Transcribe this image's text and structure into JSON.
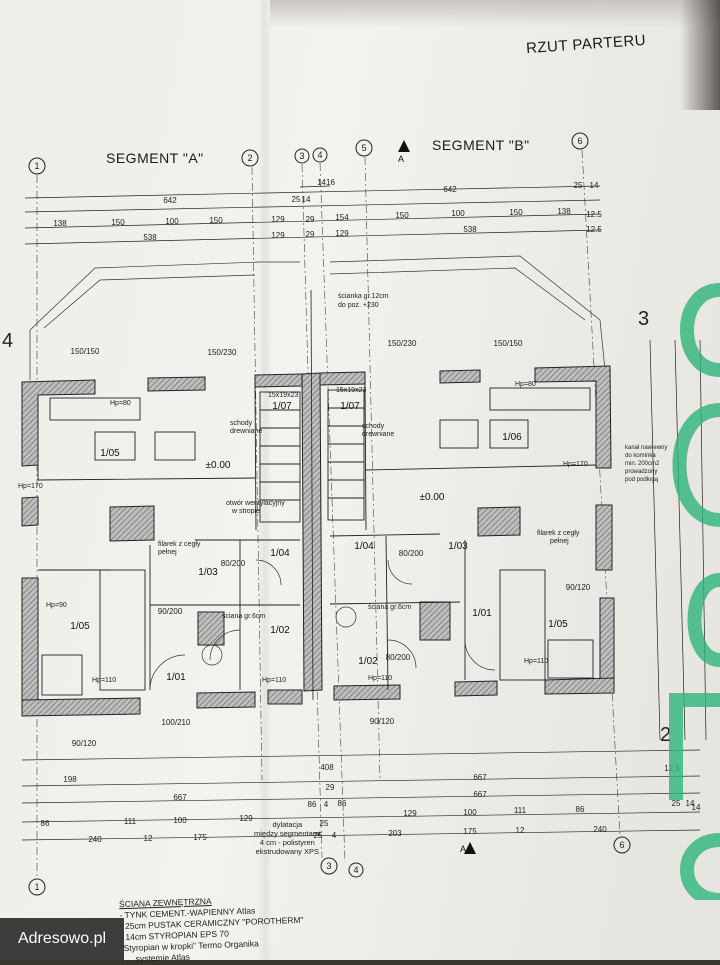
{
  "title": "RZUT PARTERU",
  "segments": {
    "a": "SEGMENT \"A\"",
    "b": "SEGMENT \"B\""
  },
  "axis_labels": [
    "1",
    "2",
    "3",
    "4",
    "5",
    "6"
  ],
  "section_mark": "A",
  "side_labels": {
    "left_4": "4",
    "right_3": "3",
    "right_2": "2"
  },
  "top_dims": {
    "total": "1416",
    "row1": [
      "642",
      "25",
      "14",
      "642",
      "25",
      "14"
    ],
    "row2": [
      "138",
      "150",
      "100",
      "150",
      "129",
      "29",
      "154",
      "150",
      "100",
      "150",
      "138",
      "12.5"
    ],
    "row3": [
      "538",
      "129",
      "29",
      "129",
      "538",
      "12.5"
    ]
  },
  "bottom_dims": {
    "row1": [
      "198",
      "408",
      "29",
      "667"
    ],
    "row2": [
      "667",
      "86",
      "4",
      "86",
      "667",
      "12.5"
    ],
    "row3": [
      "86",
      "111",
      "100",
      "129",
      "25",
      "129",
      "100",
      "111",
      "86",
      "14"
    ],
    "row4": [
      "240",
      "12",
      "175",
      "25",
      "4",
      "203",
      "175",
      "12",
      "240",
      "25",
      "14"
    ]
  },
  "rooms": [
    {
      "id": "1/05",
      "side": "A",
      "level": "±0.00"
    },
    {
      "id": "1/07",
      "side": "A"
    },
    {
      "id": "1/05",
      "side": "A-kitchen"
    },
    {
      "id": "1/04",
      "side": "A"
    },
    {
      "id": "1/03",
      "side": "A"
    },
    {
      "id": "1/02",
      "side": "A"
    },
    {
      "id": "1/01",
      "side": "A"
    },
    {
      "id": "1/06",
      "side": "B"
    },
    {
      "id": "1/07",
      "side": "B"
    },
    {
      "id": "1/04",
      "side": "B"
    },
    {
      "id": "1/03",
      "side": "B",
      "level": "±0.00"
    },
    {
      "id": "1/02",
      "side": "B"
    },
    {
      "id": "1/01",
      "side": "B"
    },
    {
      "id": "1/05",
      "side": "B-kitchen"
    }
  ],
  "room_texts": {
    "schody": "schody",
    "drewniane": "drewniane",
    "otwor": "otwór wentylacyjny",
    "w_stropie": "w stropie",
    "filarek": "filarek z cegły",
    "pelnej": "pełnej",
    "scianka": "ścianka gr.12cm",
    "do_poz": "do poz. +230",
    "kanal1": "kanał nawiewny",
    "kanal2": "do kominka",
    "kanal3": "min. 200cm2",
    "kanal4": "prowadzony",
    "kanal5": "pod podłogą",
    "stair": "15x19x23",
    "sciana_gr": "ściana gr.6cm",
    "hp80": "Hp=80",
    "hp90": "Hp=90",
    "hp110": "Hp=110",
    "hp170": "Hp=170"
  },
  "openings": [
    "150/230",
    "150/150",
    "80/200",
    "90/200",
    "100/210",
    "90/120"
  ],
  "dylatacja": [
    "dylatacja",
    "między segmentami",
    "4 cm - polistyren",
    "ekstrudowany XPS"
  ],
  "notes": [
    "ŚCIANA ZEWNĘTRZNA",
    "- TYNK CEMENT.-WAPIENNY Atlas",
    "- 25cm PUSTAK CERAMICZNY \"POROTHERM\"",
    "- 14cm STYROPIAN EPS 70",
    "  \"Styropian w kropki\" Termo Organika",
    "- ... systemie Atlas"
  ],
  "watermark": "Adresowo.pl",
  "colors": {
    "line": "#1e1e1e",
    "wall_fill": "#9a9a9a",
    "paper": "#f1f0ec",
    "logo_green": "#2fb57b"
  }
}
